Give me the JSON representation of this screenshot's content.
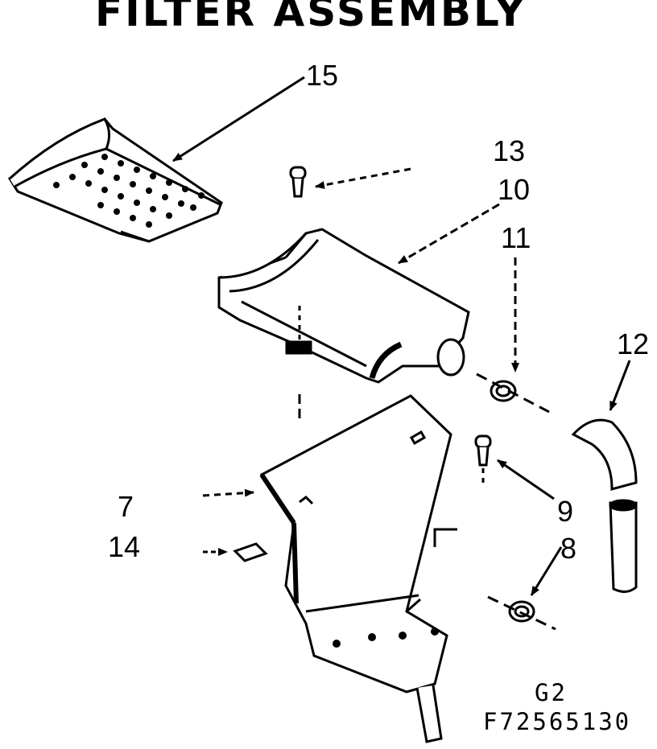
{
  "title": "FILTER ASSEMBLY",
  "callouts": {
    "c15": "15",
    "c13": "13",
    "c10": "10",
    "c11": "11",
    "c12": "12",
    "c7": "7",
    "c14": "14",
    "c9": "9",
    "c8": "8"
  },
  "figure_code": "G2",
  "part_number": "F72565130",
  "colors": {
    "ink": "#000000",
    "paper": "#ffffff"
  }
}
